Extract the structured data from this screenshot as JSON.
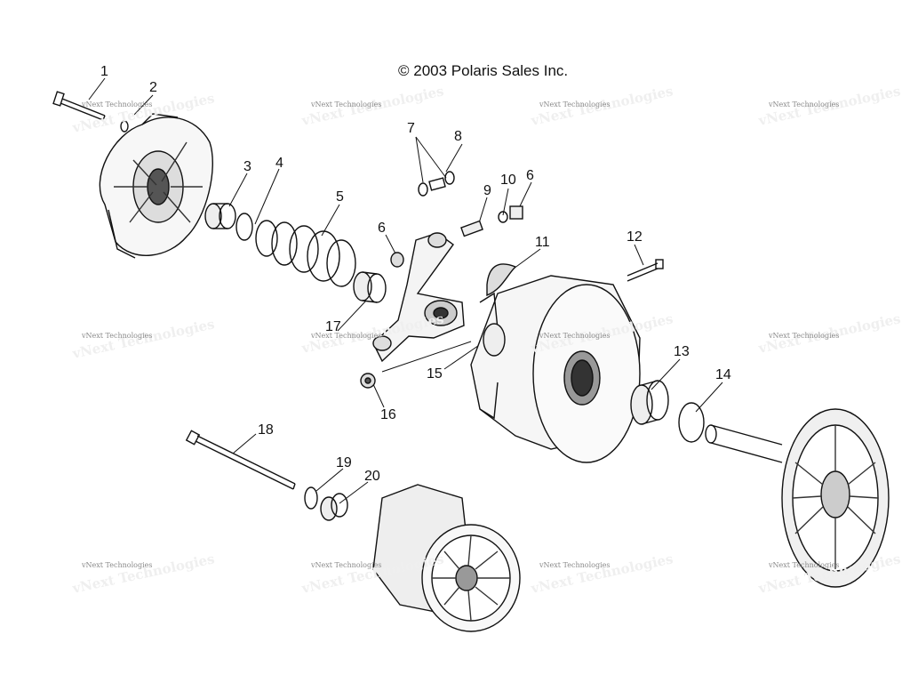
{
  "copyright": "© 2003 Polaris Sales Inc.",
  "watermark": "vNext Technologies",
  "callouts": [
    {
      "id": "1",
      "label": "1"
    },
    {
      "id": "2",
      "label": "2"
    },
    {
      "id": "3",
      "label": "3"
    },
    {
      "id": "4",
      "label": "4"
    },
    {
      "id": "5",
      "label": "5"
    },
    {
      "id": "6a",
      "label": "6"
    },
    {
      "id": "6b",
      "label": "6"
    },
    {
      "id": "7",
      "label": "7"
    },
    {
      "id": "8",
      "label": "8"
    },
    {
      "id": "9",
      "label": "9"
    },
    {
      "id": "10",
      "label": "10"
    },
    {
      "id": "11",
      "label": "11"
    },
    {
      "id": "12",
      "label": "12"
    },
    {
      "id": "13",
      "label": "13"
    },
    {
      "id": "14",
      "label": "14"
    },
    {
      "id": "15",
      "label": "15"
    },
    {
      "id": "16",
      "label": "16"
    },
    {
      "id": "17",
      "label": "17"
    },
    {
      "id": "18",
      "label": "18"
    },
    {
      "id": "19",
      "label": "19"
    },
    {
      "id": "20",
      "label": "20"
    }
  ],
  "colors": {
    "ink": "#111111",
    "watermark": "#8a8a8a"
  }
}
